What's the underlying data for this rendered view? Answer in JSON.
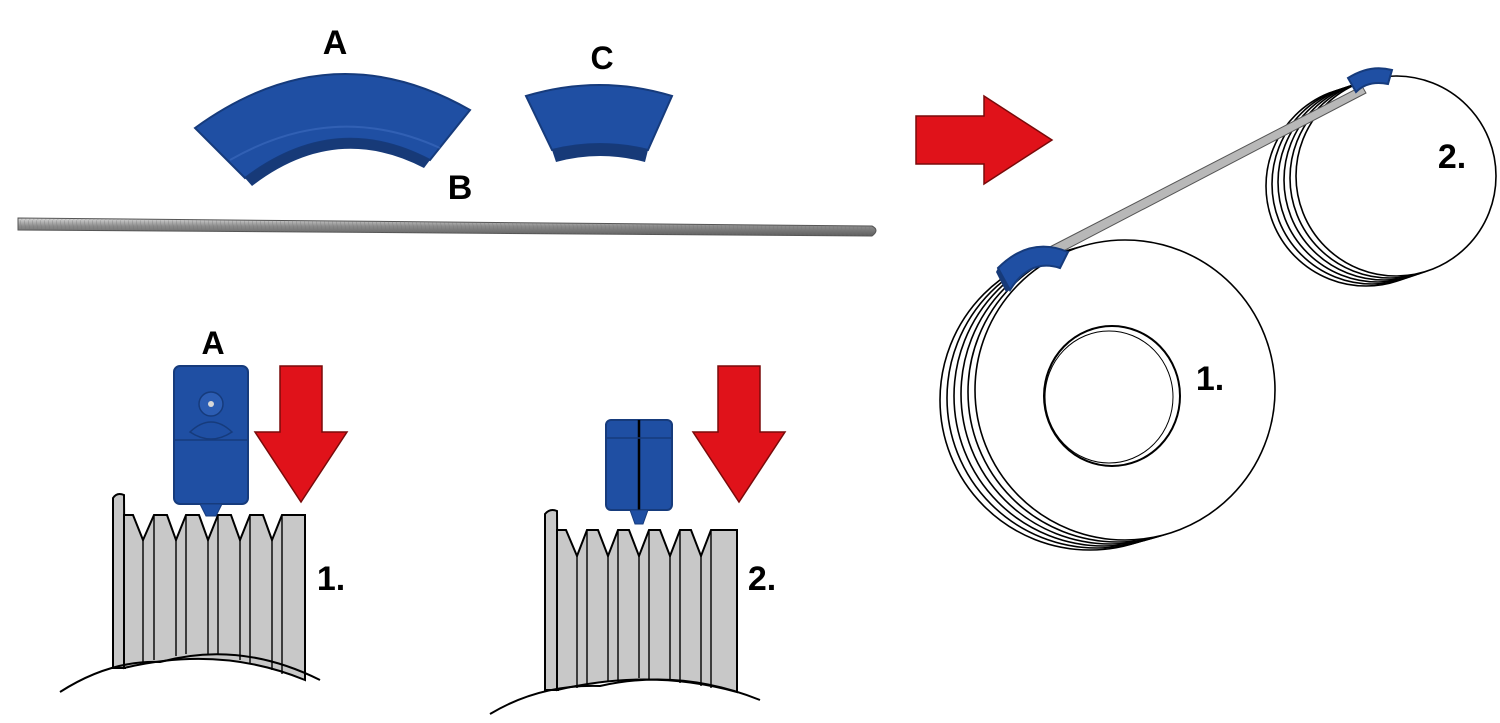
{
  "labels": {
    "part_a_top": "A",
    "part_b": "B",
    "part_c_top": "C",
    "part_a_side": "A",
    "pulley_1_side": "1.",
    "pulley_2_side": "2.",
    "pulley_1_iso": "1.",
    "pulley_2_iso": "2."
  },
  "colors": {
    "gauge_blue": "#1f4fa3",
    "gauge_dark": "#173a78",
    "arrow_red": "#e0121a",
    "pulley_gray": "#c8c8c8",
    "rod_gray": "#9a9a9a"
  },
  "icons": {
    "direction_arrow": "arrow-right-icon",
    "press_arrow": "arrow-down-icon"
  }
}
